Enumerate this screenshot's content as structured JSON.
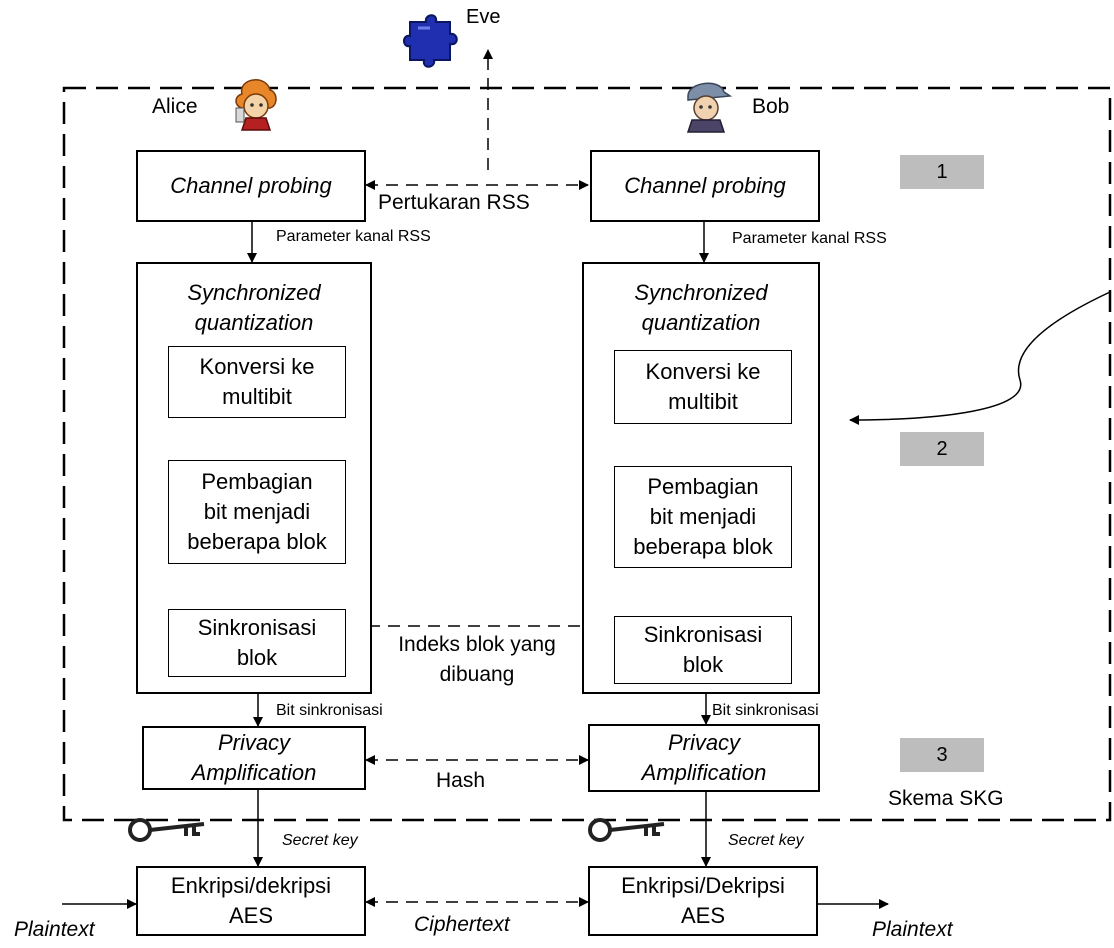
{
  "actors": {
    "eve": "Eve",
    "alice": "Alice",
    "bob": "Bob"
  },
  "scheme_label": "Skema SKG",
  "steps": [
    "1",
    "2",
    "3"
  ],
  "alice": {
    "probing": "Channel probing",
    "rss_param": "Parameter kanal RSS",
    "quant_title_1": "Synchronized",
    "quant_title_2": "quantization",
    "konversi_1": "Konversi ke",
    "konversi_2": "multibit",
    "pembagian_1": "Pembagian",
    "pembagian_2": "bit menjadi",
    "pembagian_3": "beberapa blok",
    "sinkron_1": "Sinkronisasi",
    "sinkron_2": "blok",
    "bit_sinkron": "Bit sinkronisasi",
    "privacy_1": "Privacy",
    "privacy_2": "Amplification",
    "secret_key": "Secret key",
    "aes_1": "Enkripsi/dekripsi",
    "aes_2": "AES",
    "plaintext": "Plaintext"
  },
  "bob": {
    "probing": "Channel probing",
    "rss_param": "Parameter kanal RSS",
    "quant_title_1": "Synchronized",
    "quant_title_2": "quantization",
    "konversi_1": "Konversi ke",
    "konversi_2": "multibit",
    "pembagian_1": "Pembagian",
    "pembagian_2": "bit menjadi",
    "pembagian_3": "beberapa blok",
    "sinkron_1": "Sinkronisasi",
    "sinkron_2": "blok",
    "bit_sinkron": "Bit sinkronisasi",
    "privacy_1": "Privacy",
    "privacy_2": "Amplification",
    "secret_key": "Secret key",
    "aes_1": "Enkripsi/Dekripsi",
    "aes_2": "AES",
    "plaintext": "Plaintext"
  },
  "exchanges": {
    "rss": "Pertukaran RSS",
    "index_1": "Indeks blok yang",
    "index_2": "dibuang",
    "hash": "Hash",
    "ciphertext": "Ciphertext"
  },
  "icons": {
    "eve": "puzzle-piece-icon",
    "alice": "alice-avatar-icon",
    "bob": "bob-avatar-icon",
    "key": "key-icon"
  }
}
